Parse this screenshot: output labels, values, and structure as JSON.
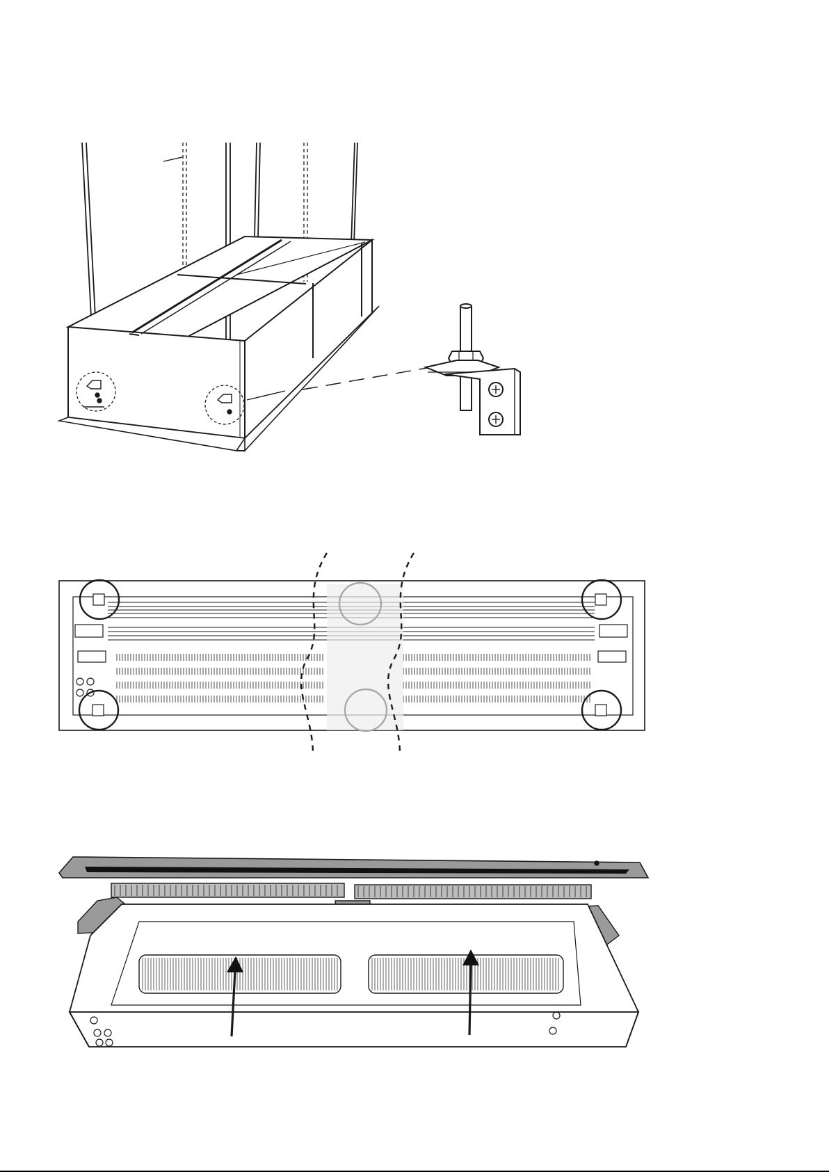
{
  "figures": [
    {
      "id": "installation-view",
      "part": "suspension-bracket-detail"
    },
    {
      "id": "top-plan-view",
      "part": "corner-fixings"
    },
    {
      "id": "exploded-view",
      "part": "grille-and-cover-removal"
    }
  ],
  "colors": {
    "line": "#1a1a1a",
    "cover_fill": "#9a9a9a",
    "grille_fill": "#bdbdbd",
    "slot_fill": "#111111",
    "ghost": "#a8a8a8"
  },
  "icons": [
    "dashed-detail-circle",
    "mounting-bracket",
    "screw",
    "arrow-up"
  ]
}
